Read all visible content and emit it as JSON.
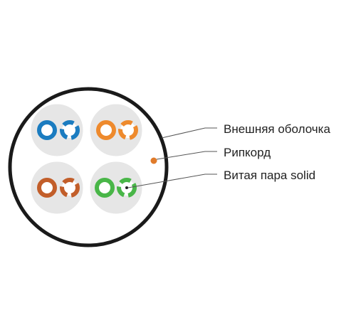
{
  "labels": {
    "outer_jacket": "Внешняя оболочка",
    "ripcord": "Рипкорд",
    "twisted_pair": "Витая пара solid"
  },
  "colors": {
    "jacket_outline": "#1a1a1a",
    "pair_background": "#e6e6e6",
    "leader_line": "#555555",
    "ripcord": "#e07b2a",
    "pair_blue": "#1b7cc0",
    "pair_orange": "#ee8a2d",
    "pair_brown": "#c25e2a",
    "pair_green": "#49b648",
    "conductor_white": "#ffffff"
  }
}
